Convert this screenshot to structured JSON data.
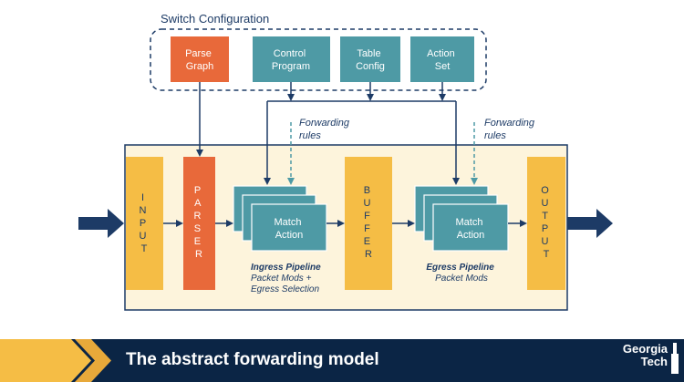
{
  "switch_config": {
    "title": "Switch Configuration",
    "parse_graph": [
      "Parse",
      "Graph"
    ],
    "control_program": [
      "Control",
      "Program"
    ],
    "table_config": [
      "Table",
      "Config"
    ],
    "action_set": [
      "Action",
      "Set"
    ]
  },
  "forwarding_rules_1": [
    "Forwarding",
    "rules"
  ],
  "forwarding_rules_2": [
    "Forwarding",
    "rules"
  ],
  "stages": {
    "input": [
      "I",
      "N",
      "P",
      "U",
      "T"
    ],
    "parser": [
      "P",
      "A",
      "R",
      "S",
      "E",
      "R"
    ],
    "buffer": [
      "B",
      "U",
      "F",
      "F",
      "E",
      "R"
    ],
    "output": [
      "O",
      "U",
      "T",
      "P",
      "U",
      "T"
    ]
  },
  "ingress_match_action": [
    "Match",
    "Action"
  ],
  "egress_match_action": [
    "Match",
    "Action"
  ],
  "ingress_caption": [
    "Ingress Pipeline",
    "Packet Mods +",
    "Egress Selection"
  ],
  "egress_caption": [
    "Egress Pipeline",
    "Packet Mods"
  ],
  "footer": {
    "title": "The abstract forwarding model",
    "logo": [
      "Georgia",
      "Tech"
    ]
  },
  "colors": {
    "orange": "#e8693a",
    "teal": "#4e9aa5",
    "yellow": "#f5bd45",
    "navy": "#1d3b66",
    "panel": "#fdf4dc",
    "footer": "#0b2545",
    "accent_gold": "#e8a93a"
  }
}
